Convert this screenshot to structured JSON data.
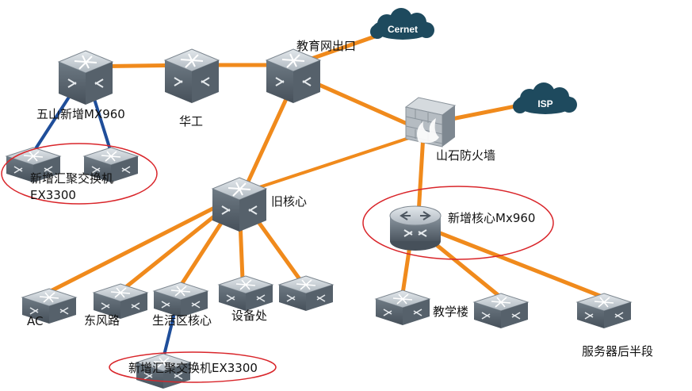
{
  "colors": {
    "orange_link": "#F08A1C",
    "blue_link": "#1F4E9A",
    "device_top": "#C9D0D6",
    "device_side": "#5B6670",
    "cloud": "#1E4A5E",
    "highlight_ellipse": "#D9252A",
    "firewall": "#B0B6BC"
  },
  "labels": {
    "wushan": "五山新增MX960",
    "huagong": "华工",
    "edu_exit": "教育网出口",
    "cernet": "Cernet",
    "isp": "ISP",
    "firewall": "山石防火墙",
    "old_core": "旧核心",
    "new_core": "新增核心Mx960",
    "agg_top_line1": "新增汇聚交换机",
    "agg_top_line2": "EX3300",
    "ac": "AC",
    "dongfeng": "东风路",
    "living": "生活区核心",
    "equipment": "设备处",
    "teaching": "教学楼",
    "server_back": "服务器后半段",
    "agg_bottom": "新增汇聚交换机EX3300"
  },
  "nodes": [
    {
      "id": "wushan",
      "kind": "router-icon"
    },
    {
      "id": "huagong",
      "kind": "router-icon"
    },
    {
      "id": "edu_exit",
      "kind": "router-icon"
    },
    {
      "id": "old_core",
      "kind": "router-icon"
    },
    {
      "id": "new_core",
      "kind": "core-router-icon"
    },
    {
      "id": "firewall",
      "kind": "firewall-icon"
    },
    {
      "id": "cernet",
      "kind": "cloud-icon"
    },
    {
      "id": "isp",
      "kind": "cloud-icon"
    },
    {
      "id": "agg1",
      "kind": "switch-icon"
    },
    {
      "id": "agg2",
      "kind": "switch-icon"
    },
    {
      "id": "ac",
      "kind": "switch-icon"
    },
    {
      "id": "dongfeng",
      "kind": "switch-icon"
    },
    {
      "id": "living",
      "kind": "switch-icon"
    },
    {
      "id": "equipment",
      "kind": "switch-icon"
    },
    {
      "id": "unnamed",
      "kind": "switch-icon"
    },
    {
      "id": "agg_bottom",
      "kind": "switch-icon"
    },
    {
      "id": "teach1",
      "kind": "switch-icon"
    },
    {
      "id": "teach2",
      "kind": "switch-icon"
    },
    {
      "id": "server",
      "kind": "switch-icon"
    }
  ],
  "links": [
    {
      "from": "wushan",
      "to": "huagong",
      "type": "orange"
    },
    {
      "from": "huagong",
      "to": "edu_exit",
      "type": "orange"
    },
    {
      "from": "edu_exit",
      "to": "cernet",
      "type": "orange"
    },
    {
      "from": "edu_exit",
      "to": "firewall",
      "type": "orange"
    },
    {
      "from": "edu_exit",
      "to": "old_core",
      "type": "orange"
    },
    {
      "from": "firewall",
      "to": "isp",
      "type": "orange"
    },
    {
      "from": "firewall",
      "to": "old_core",
      "type": "orange"
    },
    {
      "from": "firewall",
      "to": "new_core",
      "type": "orange"
    },
    {
      "from": "wushan",
      "to": "agg1",
      "type": "blue"
    },
    {
      "from": "wushan",
      "to": "agg2",
      "type": "blue"
    },
    {
      "from": "old_core",
      "to": "ac",
      "type": "orange"
    },
    {
      "from": "old_core",
      "to": "dongfeng",
      "type": "orange"
    },
    {
      "from": "old_core",
      "to": "living",
      "type": "orange"
    },
    {
      "from": "old_core",
      "to": "equipment",
      "type": "orange"
    },
    {
      "from": "old_core",
      "to": "unnamed",
      "type": "orange"
    },
    {
      "from": "living",
      "to": "agg_bottom",
      "type": "blue"
    },
    {
      "from": "new_core",
      "to": "teach1",
      "type": "orange"
    },
    {
      "from": "new_core",
      "to": "teach2",
      "type": "orange"
    },
    {
      "from": "new_core",
      "to": "server",
      "type": "orange"
    }
  ]
}
